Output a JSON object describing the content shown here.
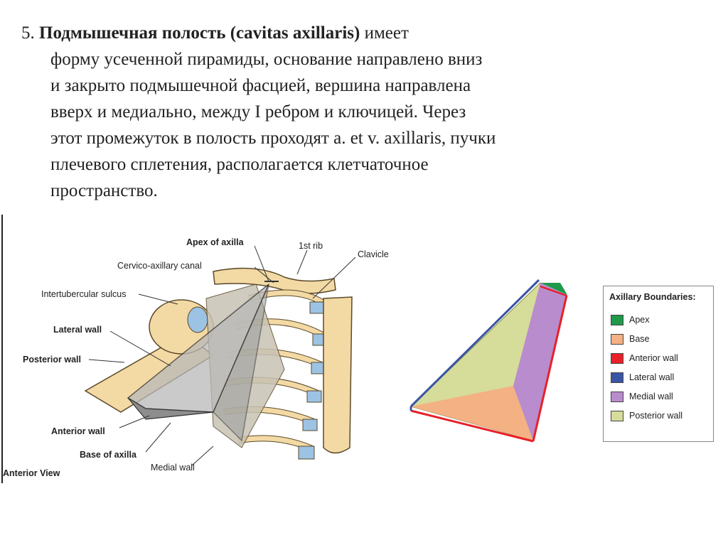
{
  "text": {
    "number": "5.",
    "title": "Подмышечная полость (cavitas axillaris)",
    "line1_rest": " имеет",
    "line2": "форму усеченной пирамиды, основание направлено вниз",
    "line3": "и закрыто подмышечной фасцией, вершина направлена",
    "line4": "вверх и медиально, между I ребром и ключицей. Через",
    "line5": "этот промежуток в полость проходят a. et v. axillaris, пучки",
    "line6": "плечевого сплетения, располагается клетчаточное",
    "line7": "пространство."
  },
  "anatomy_labels": {
    "apex": "Apex of axilla",
    "rib": "1st rib",
    "clavicle": "Clavicle",
    "canal": "Cervico-axillary canal",
    "sulcus": "Intertubercular sulcus",
    "lateral": "Lateral wall",
    "posterior": "Posterior wall",
    "anterior": "Anterior wall",
    "base": "Base of axilla",
    "medial": "Medial wall",
    "view": "Anterior View"
  },
  "legend": {
    "title": "Axillary Boundaries:",
    "items": [
      {
        "label": "Apex",
        "color": "#1f9a4a"
      },
      {
        "label": "Base",
        "color": "#f4b183"
      },
      {
        "label": "Anterior wall",
        "color": "#e8202a"
      },
      {
        "label": "Lateral wall",
        "color": "#3a55a5"
      },
      {
        "label": "Medial wall",
        "color": "#b98ccd"
      },
      {
        "label": "Posterior wall",
        "color": "#d6dc9a"
      }
    ]
  }
}
